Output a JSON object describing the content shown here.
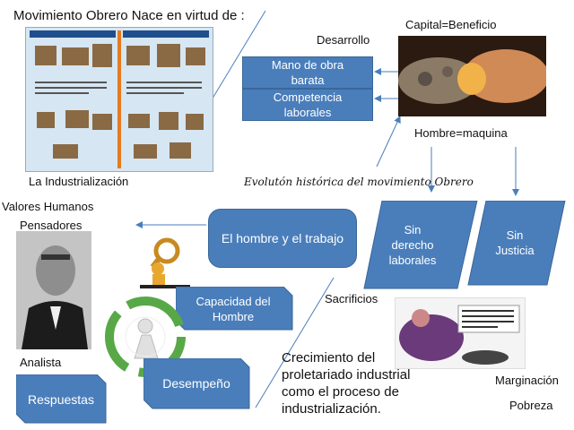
{
  "title": "Movimiento Obrero Nace en virtud de :",
  "left_image_caption": "La Industrialización",
  "center_title": "Evolutón histórica del movimiento Obrero",
  "desarrollo": "Desarrollo",
  "capital": "Capital=Beneficio",
  "hombre_maquina": "Hombre=maquina",
  "mano_obra": "Mano de obra barata",
  "competencia": "Competencia laborales",
  "valores": "Valores Humanos",
  "pensadores": "Pensadores",
  "hombre_trabajo": "El hombre y el trabajo",
  "sin_derecho": "Sin derecho laborales",
  "sin_justicia": "Sin Justicia",
  "sacrificios": "Sacrificios",
  "capacidad": "Capacidad del Hombre",
  "analista": "Analista",
  "respuestas": "Respuestas",
  "desempeno": "Desempeño",
  "crecimiento": "Crecimiento del proletariado industrial como el proceso de industrialización.",
  "marginacion": "Marginación",
  "pobreza": "Pobreza",
  "colors": {
    "box_blue": "#4a7ebb",
    "line_blue": "#4a7ebb"
  }
}
